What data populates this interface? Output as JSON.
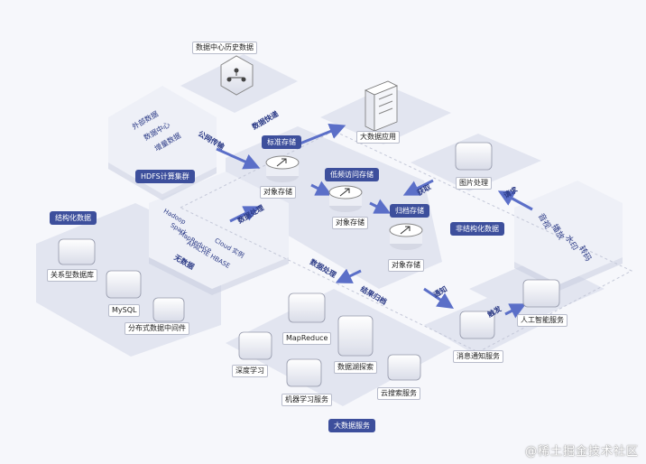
{
  "nodes": {
    "history": "数据中心历史数据",
    "bigdata_app": "大数据应用",
    "standard_storage_tag": "标准存储",
    "object_storage_1": "对象存储",
    "low_freq_tag": "低频访问存储",
    "object_storage_2": "对象存储",
    "archive_tag": "归档存储",
    "object_storage_3": "对象存储",
    "hdfs_cluster": "HDFS计算集群",
    "structured": "结构化数据",
    "relational_db": "关系型数据库",
    "mysql": "MySQL",
    "dist_db": "分布式数据中间件",
    "image_processing": "图片处理",
    "unstructured": "非结构化数据",
    "message_service": "消息通知服务",
    "ai_service": "人工智能服务",
    "mapreduce": "MapReduce",
    "deep_learning": "深度学习",
    "data_search": "数据湖探索",
    "ml_service": "机器学习服务",
    "cloud_search": "云搜索服务",
    "big_data_service": "大数据服务",
    "watermark": "@稀土掘金技术社区"
  },
  "external_data": [
    "外部数据",
    "数据中心",
    "增量数据"
  ],
  "hdfs_items": [
    "Hadoop",
    "Spark",
    "MapReduce",
    "APACHE HBASE",
    "Cloud 实例"
  ],
  "media_items": [
    "音视",
    "播放",
    "水印",
    "转码"
  ],
  "flows": {
    "public_transfer": "公网传输",
    "data_fast": "数据快递",
    "data_process_1": "数据处理",
    "no_data": "无数据",
    "fetch": "获取",
    "request": "请求",
    "data_process_2": "数据处理",
    "result_return": "结果归档",
    "notify": "通知",
    "trigger": "触发"
  },
  "colors": {
    "accent": "#3d4f9c",
    "plate": "#dfe2ee",
    "arrow": "#5b6fc8"
  }
}
